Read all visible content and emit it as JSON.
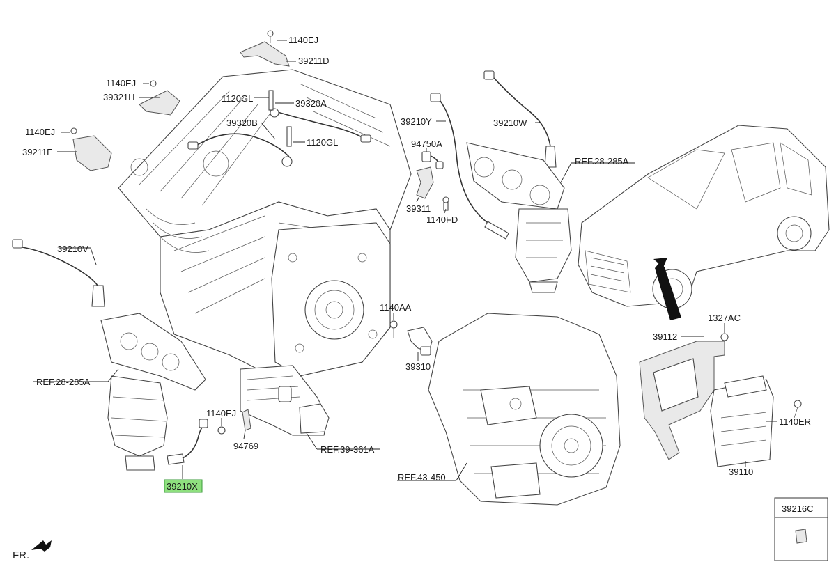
{
  "callouts": {
    "c1140ej_top": "1140EJ",
    "c39211d": "39211D",
    "c1140ej_left": "1140EJ",
    "c39321h": "39321H",
    "c1120gl_a": "1120GL",
    "c39320a": "39320A",
    "c39320b": "39320B",
    "c1120gl_b": "1120GL",
    "c1140ej_side": "1140EJ",
    "c39211e": "39211E",
    "c39210y": "39210Y",
    "c39210w": "39210W",
    "c94750a": "94750A",
    "c39311": "39311",
    "c1140fd": "1140FD",
    "cref_28_285a_right": "REF.28-285A",
    "c39210v": "39210V",
    "c1140aa": "1140AA",
    "c39310": "39310",
    "c1327ac": "1327AC",
    "c39112": "39112",
    "cref_28_285a_left": "REF.28-285A",
    "c1140ej_bottom": "1140EJ",
    "c94769": "94769",
    "cref_39_361a": "REF.39-361A",
    "c1140er": "1140ER",
    "c39110": "39110",
    "cref_43_450": "REF.43-450",
    "c39210x": "39210X",
    "c39216c": "39216C",
    "fr": "FR."
  },
  "colors": {
    "highlight_fill": "#8ee07e",
    "line": "#222222"
  }
}
